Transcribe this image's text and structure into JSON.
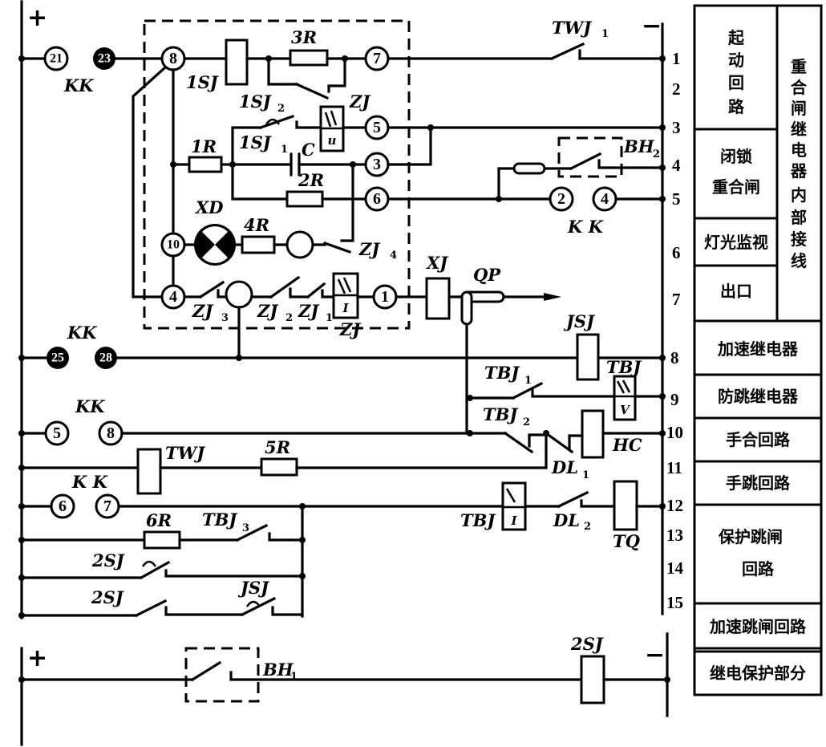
{
  "title": "重合闸继电器内部接线及控制回路",
  "bus": {
    "plus_top": "+",
    "minus_top": "−",
    "plus_bottom": "+",
    "minus_bottom": "−"
  },
  "row_numbers": [
    "1",
    "2",
    "3",
    "4",
    "5",
    "6",
    "7",
    "8",
    "9",
    "10",
    "11",
    "12",
    "13",
    "14",
    "15"
  ],
  "terminals": {
    "kk21": "21",
    "kk23": "23",
    "kk25": "25",
    "kk28": "28",
    "kk5": "5",
    "kk8": "8",
    "kk6": "6",
    "kk7": "7",
    "kk2": "2",
    "kk4": "4",
    "zj8": "8",
    "zj7": "7",
    "zj5": "5",
    "zj3": "3",
    "zj6": "6",
    "zj10": "10",
    "zj4": "4",
    "zj1": "1"
  },
  "labels": {
    "kk_a": "KK",
    "kk_b": "K K",
    "kk_c": "KK",
    "kk_d": "KK",
    "kk_e": "K K",
    "sj1": "1SJ",
    "r3": "3R",
    "sj1_2": "1SJ",
    "sj1_2_sub": "2",
    "sj1_1": "1SJ",
    "sj1_1_sub": "1",
    "zj_top": "ZJ",
    "zj_u": "u",
    "r1": "1R",
    "c": "C",
    "r2": "2R",
    "xd": "XD",
    "r4": "4R",
    "zj4": "ZJ",
    "zj4_sub": "4",
    "zj3": "ZJ",
    "zj3_sub": "3",
    "zj2": "ZJ",
    "zj2_sub": "2",
    "zj1": "ZJ",
    "zj1_sub": "1",
    "zj_box": "ZJ",
    "zj_i": "I",
    "twj1": "TWJ",
    "twj1_sub": "1",
    "bh2": "BH",
    "bh2_sub": "2",
    "xj": "XJ",
    "qp": "QP",
    "jsj": "JSJ",
    "tbj_v_label": "TBJ",
    "tbj_v": "V",
    "tbj1": "TBJ",
    "tbj1_sub": "1",
    "tbj2": "TBJ",
    "tbj2_sub": "2",
    "hc": "HC",
    "dl1": "DL",
    "dl1_sub": "1",
    "twj": "TWJ",
    "r5": "5R",
    "tbj_i_label": "TBJ",
    "tbj_i": "I",
    "dl2": "DL",
    "dl2_sub": "2",
    "tq": "TQ",
    "r6": "6R",
    "tbj3": "TBJ",
    "tbj3_sub": "3",
    "sj2_a": "2SJ",
    "sj2_b": "2SJ",
    "jsj_b": "JSJ",
    "bh1": "BH",
    "bh1_sub": "1",
    "sj2_coil": "2SJ"
  },
  "legend": {
    "side_title": [
      "重",
      "合",
      "闸",
      "继",
      "电",
      "器",
      "内",
      "部",
      "接",
      "线"
    ],
    "cells": [
      {
        "lines": [
          "起",
          "动",
          "回",
          "路"
        ]
      },
      {
        "lines": [
          "闭锁",
          "重合闸"
        ]
      },
      {
        "lines": [
          "灯光监视"
        ]
      },
      {
        "lines": [
          "出口"
        ]
      },
      {
        "lines": [
          "加速继电器"
        ]
      },
      {
        "lines": [
          "防跳继电器"
        ]
      },
      {
        "lines": [
          "手合回路"
        ]
      },
      {
        "lines": [
          "手跳回路"
        ]
      },
      {
        "lines": [
          "保护跳闸",
          "回路"
        ]
      },
      {
        "lines": [
          "加速跳闸回路"
        ]
      },
      {
        "lines": [
          "继电保护部分"
        ]
      }
    ]
  }
}
